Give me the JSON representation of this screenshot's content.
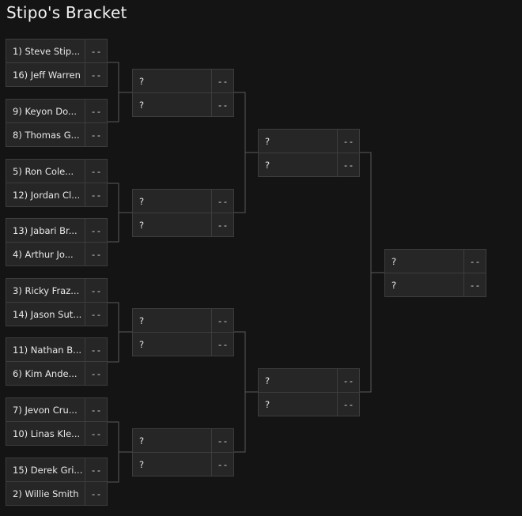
{
  "title": "Stipo's Bracket",
  "rounds": [
    {
      "matches": [
        {
          "teams": [
            {
              "name": "1) Steve Stip...",
              "score": "--"
            },
            {
              "name": "16) Jeff Warren",
              "score": "--"
            }
          ]
        },
        {
          "teams": [
            {
              "name": "9) Keyon Do...",
              "score": "--"
            },
            {
              "name": "8) Thomas G...",
              "score": "--"
            }
          ]
        },
        {
          "teams": [
            {
              "name": "5) Ron Cole...",
              "score": "--"
            },
            {
              "name": "12) Jordan Cl...",
              "score": "--"
            }
          ]
        },
        {
          "teams": [
            {
              "name": "13) Jabari Br...",
              "score": "--"
            },
            {
              "name": "4) Arthur Jo...",
              "score": "--"
            }
          ]
        },
        {
          "teams": [
            {
              "name": "3) Ricky Fraz...",
              "score": "--"
            },
            {
              "name": "14) Jason Sut...",
              "score": "--"
            }
          ]
        },
        {
          "teams": [
            {
              "name": "11) Nathan B...",
              "score": "--"
            },
            {
              "name": "6) Kim Ande...",
              "score": "--"
            }
          ]
        },
        {
          "teams": [
            {
              "name": "7) Jevon Cru...",
              "score": "--"
            },
            {
              "name": "10) Linas Kle...",
              "score": "--"
            }
          ]
        },
        {
          "teams": [
            {
              "name": "15) Derek Gri...",
              "score": "--"
            },
            {
              "name": "2) Willie Smith",
              "score": "--"
            }
          ]
        }
      ]
    },
    {
      "matches": [
        {
          "teams": [
            {
              "name": "?",
              "score": "--"
            },
            {
              "name": "?",
              "score": "--"
            }
          ]
        },
        {
          "teams": [
            {
              "name": "?",
              "score": "--"
            },
            {
              "name": "?",
              "score": "--"
            }
          ]
        },
        {
          "teams": [
            {
              "name": "?",
              "score": "--"
            },
            {
              "name": "?",
              "score": "--"
            }
          ]
        },
        {
          "teams": [
            {
              "name": "?",
              "score": "--"
            },
            {
              "name": "?",
              "score": "--"
            }
          ]
        }
      ]
    },
    {
      "matches": [
        {
          "teams": [
            {
              "name": "?",
              "score": "--"
            },
            {
              "name": "?",
              "score": "--"
            }
          ]
        },
        {
          "teams": [
            {
              "name": "?",
              "score": "--"
            },
            {
              "name": "?",
              "score": "--"
            }
          ]
        }
      ]
    },
    {
      "matches": [
        {
          "teams": [
            {
              "name": "?",
              "score": "--"
            },
            {
              "name": "?",
              "score": "--"
            }
          ]
        }
      ]
    }
  ]
}
